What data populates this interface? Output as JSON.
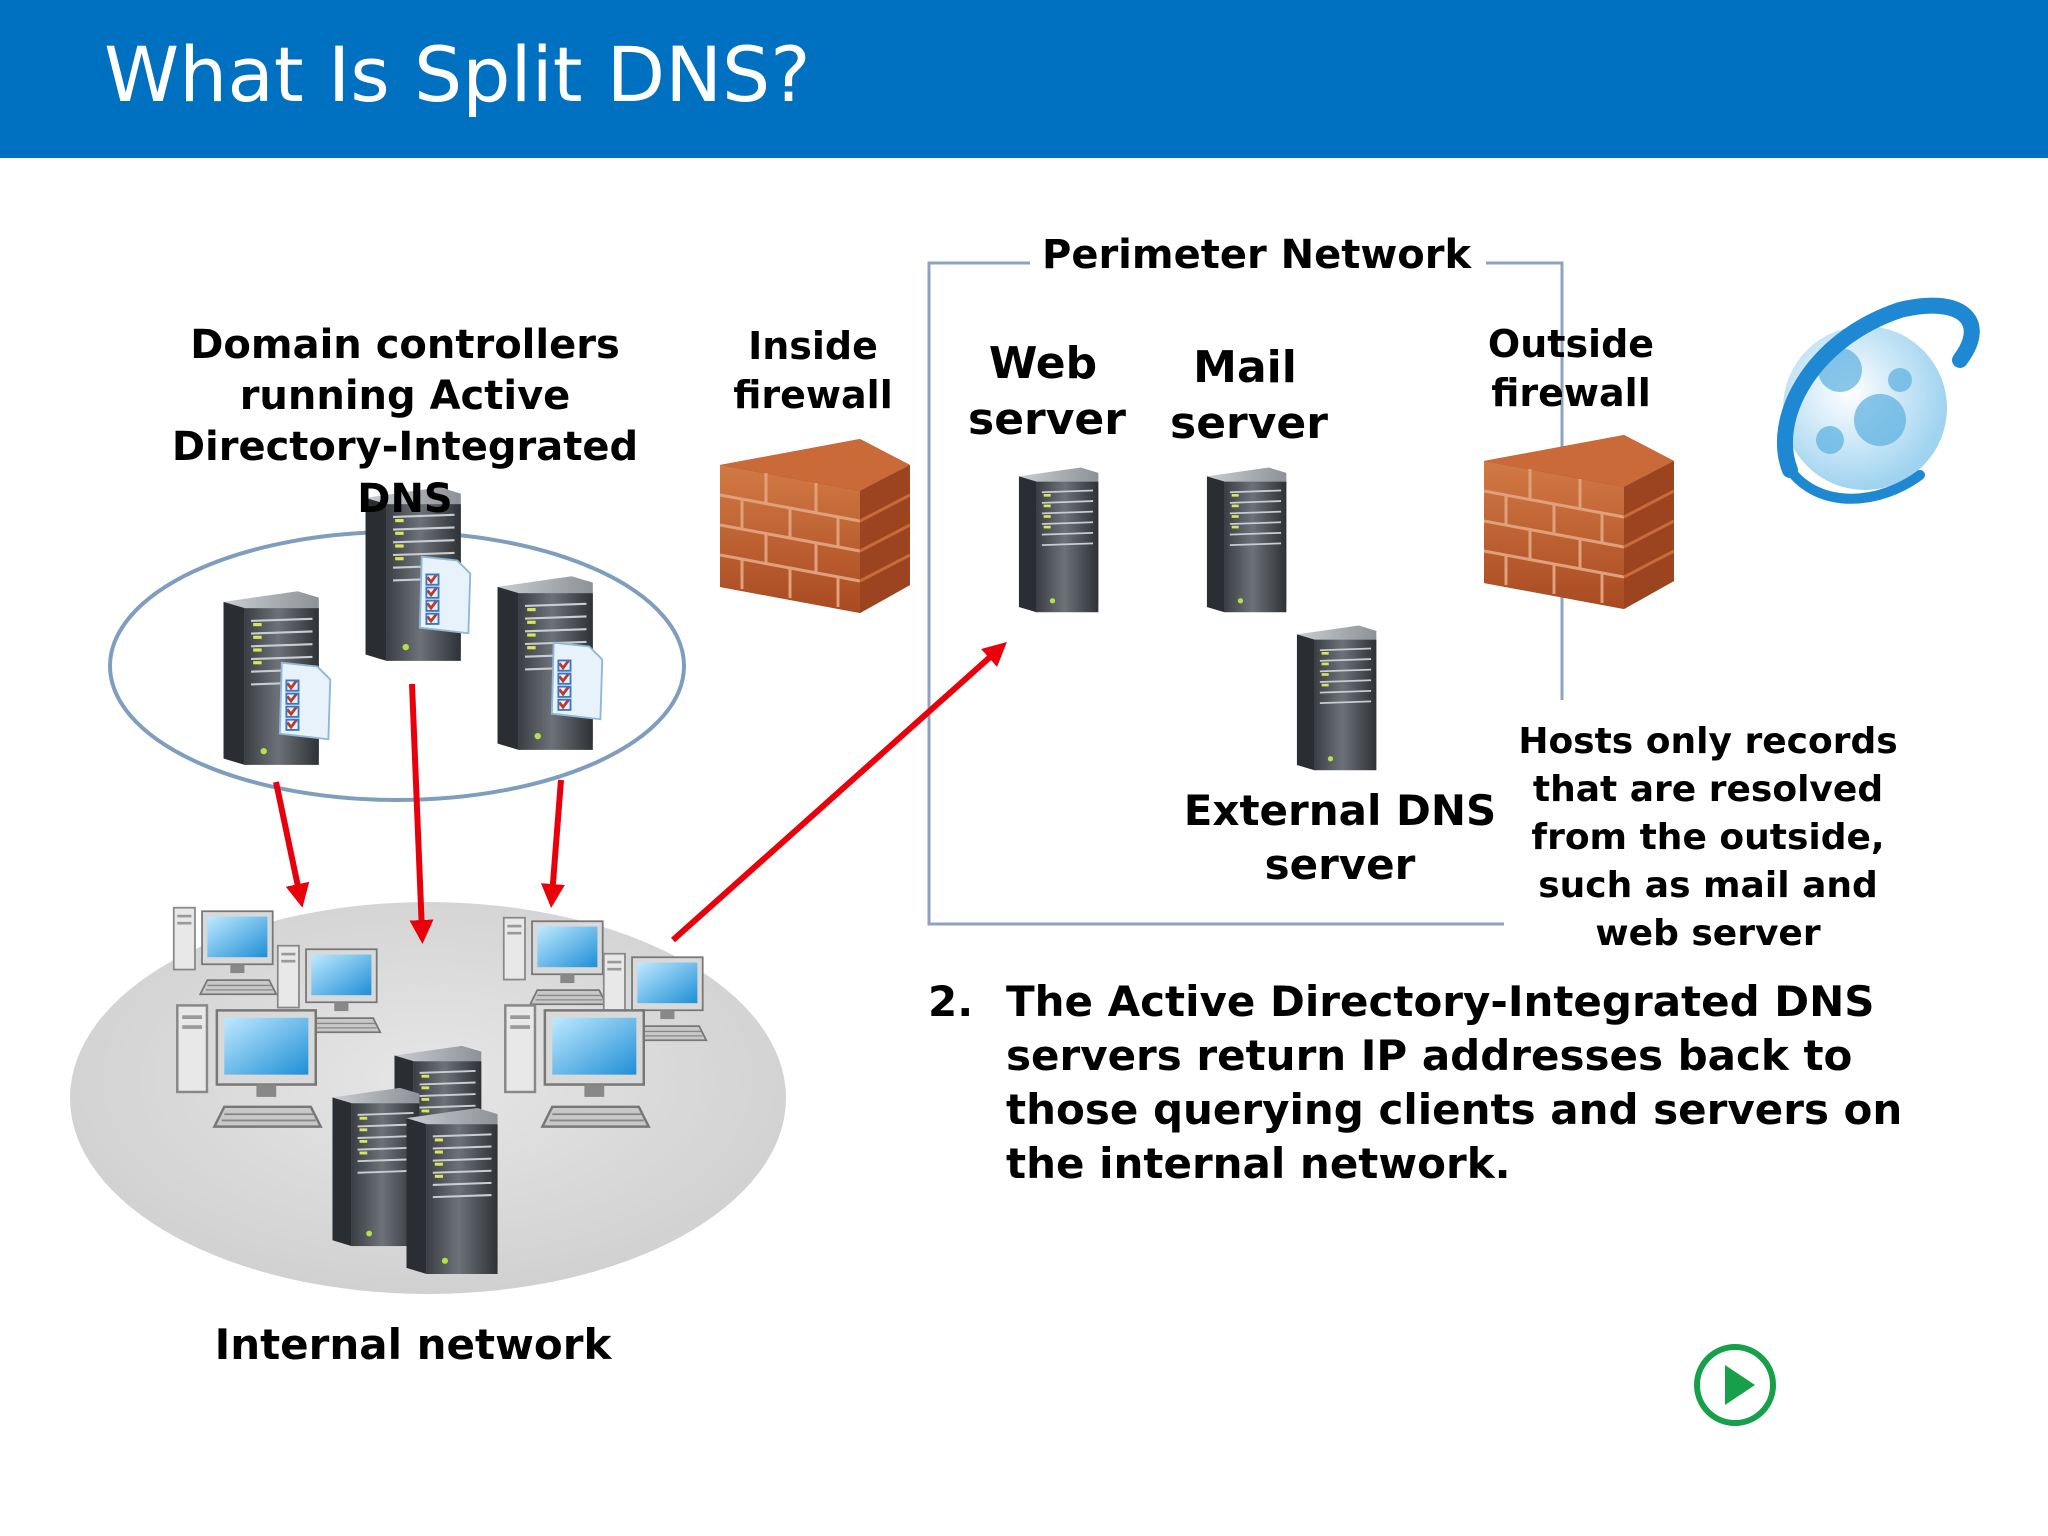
{
  "title": "What Is Split DNS?",
  "labels": {
    "domain_controllers": "Domain controllers running Active Directory-Integrated DNS",
    "inside_firewall": "Inside firewall",
    "perimeter_network": "Perimeter Network",
    "web_server": "Web server",
    "mail_server": "Mail server",
    "outside_firewall": "Outside firewall",
    "external_dns_server": "External DNS server",
    "hosts_note": "Hosts only records that are resolved from the outside, such as mail and web server",
    "internal_network": "Internal network"
  },
  "step": {
    "number": "2.",
    "text": "The Active Directory-Integrated DNS servers return IP addresses back to those querying clients and servers on the internal network."
  },
  "colors": {
    "header": "#0070C0",
    "arrow": "#E8000B",
    "perimeter_line": "#8EA3C3",
    "play": "#17A04A"
  },
  "icons": {
    "play": "play-button-icon",
    "globe": "globe-icon"
  }
}
